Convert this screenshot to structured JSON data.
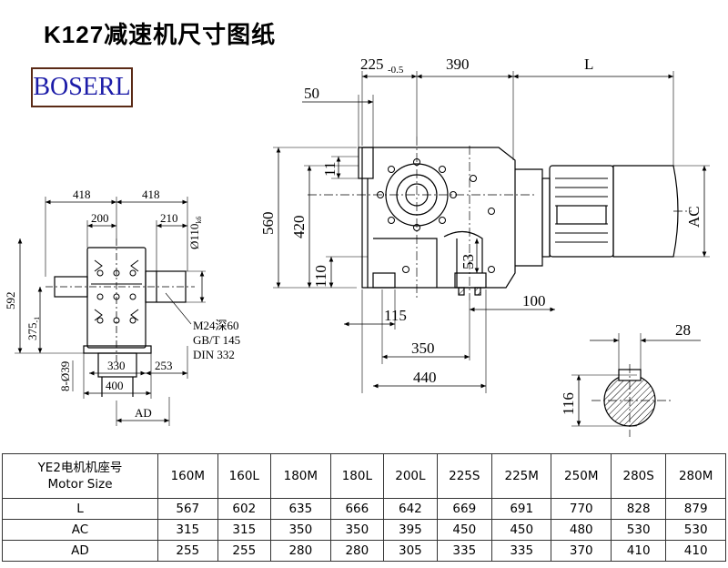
{
  "title": "K127减速机尺寸图纸",
  "brand": "BOSERL",
  "dims": {
    "d225": "225",
    "d225_tol": "-0.5",
    "d390": "390",
    "dL": "L",
    "d50": "50",
    "d11": "11",
    "d560": "560",
    "d420": "420",
    "d110": "110",
    "d53": "53",
    "d115": "115",
    "d100": "100",
    "d350": "350",
    "d440": "440",
    "dAC": "AC",
    "d28": "28",
    "d116": "116",
    "d418a": "418",
    "d418b": "418",
    "d200": "200",
    "d210": "210",
    "shaft": "Ø110",
    "shaft_tol": "k6",
    "d592": "592",
    "d375": "375",
    "d375_tol": "-1",
    "holes": "8-Ø39",
    "d330": "330",
    "d253": "253",
    "d400": "400",
    "dAD": "AD",
    "note1": "M24深60",
    "note2": "GB/T 145",
    "note3": "DIN 332"
  },
  "table": {
    "header_label_1": "YE2电机机座号",
    "header_label_2": "Motor Size",
    "sizes": [
      "160M",
      "160L",
      "180M",
      "180L",
      "200L",
      "225S",
      "225M",
      "250M",
      "280S",
      "280M"
    ],
    "rows": [
      {
        "label": "L",
        "values": [
          "567",
          "602",
          "635",
          "666",
          "642",
          "669",
          "691",
          "770",
          "828",
          "879"
        ]
      },
      {
        "label": "AC",
        "values": [
          "315",
          "315",
          "350",
          "350",
          "395",
          "450",
          "450",
          "480",
          "530",
          "530"
        ]
      },
      {
        "label": "AD",
        "values": [
          "255",
          "255",
          "280",
          "280",
          "305",
          "335",
          "335",
          "370",
          "410",
          "410"
        ]
      }
    ]
  }
}
